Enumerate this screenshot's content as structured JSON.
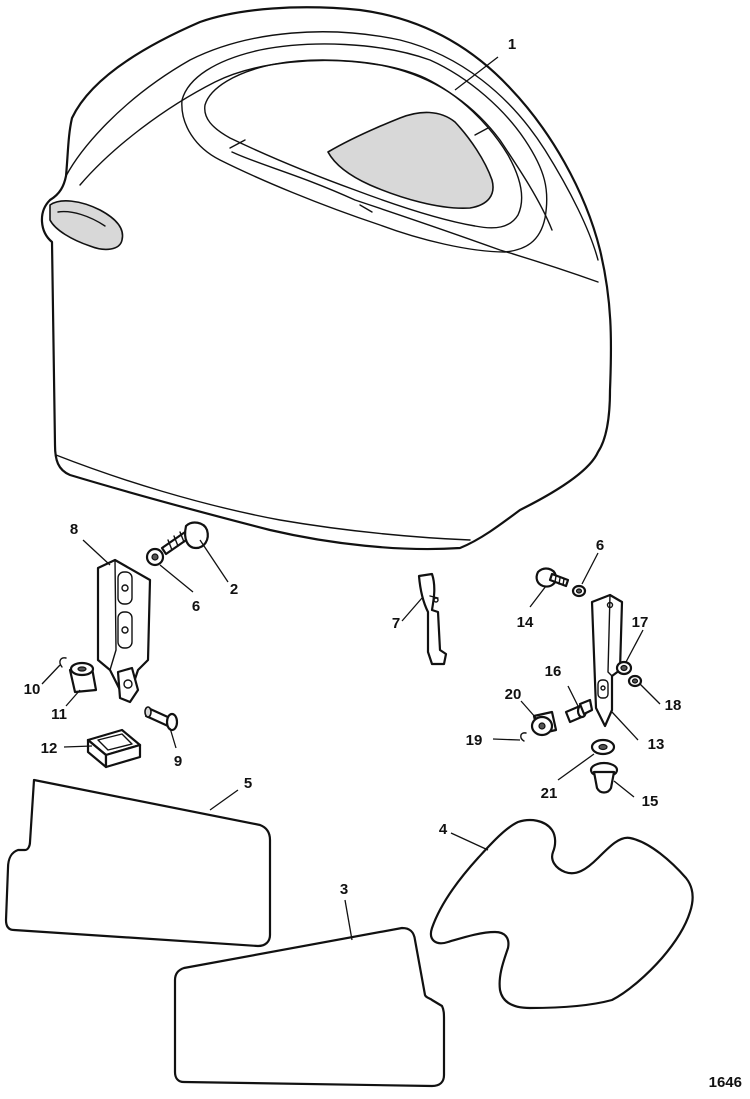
{
  "figure_number": "1646",
  "callouts": {
    "c1": "1",
    "c2": "2",
    "c3": "3",
    "c4": "4",
    "c5": "5",
    "c6a": "6",
    "c6b": "6",
    "c7": "7",
    "c8": "8",
    "c9": "9",
    "c10": "10",
    "c11": "11",
    "c12": "12",
    "c13": "13",
    "c14": "14",
    "c15": "15",
    "c16": "16",
    "c17": "17",
    "c18": "18",
    "c19": "19",
    "c20": "20",
    "c21": "21"
  }
}
